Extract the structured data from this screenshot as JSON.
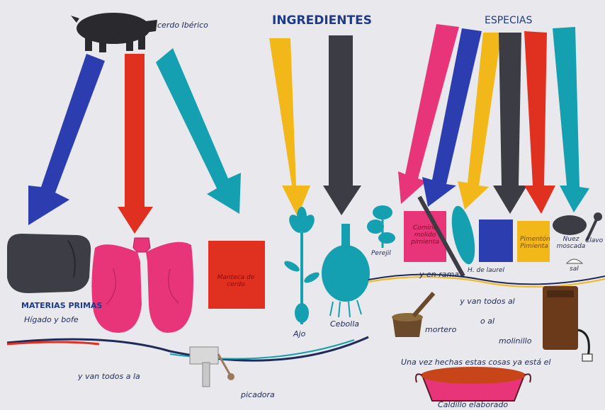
{
  "headings": {
    "cerdo": "cerdo Ibérico",
    "ingredientes": "INGREDIENTES",
    "especias": "ESPECIAS"
  },
  "labels": {
    "materias_primas": "MATERIAS PRIMAS",
    "higado_bofe": "Hígado y bofe",
    "manteca_card": "Manteca de cerdo",
    "ajo": "Ajo",
    "cebolla": "Cebolla",
    "perejil": "Perejil",
    "comino_card": "Comino molido pimienta",
    "hoja_laurel": "H. de laurel",
    "pimienta_card": "Pimentón Pimienta",
    "nuez_moscada": "Nuez moscada",
    "clavo": "Clavo",
    "sal": "sal",
    "en_rama": "y en rama",
    "van_todos_al": "y van todos al",
    "o_al": "o al",
    "mortero": "mortero",
    "molinillo": "molinillo",
    "van_todos_picadora": "y van todos a la",
    "picadora": "picadora",
    "una_vez": "Una vez hechas estas cosas ya está el",
    "caldillo": "Caldillo elaborado"
  },
  "colors": {
    "background": "#e9e8ec",
    "blue": "#2c3db0",
    "red": "#e0301f",
    "teal": "#14a0b0",
    "yellow": "#f2b81a",
    "dark_gray": "#3c3c44",
    "pink": "#e8357a"
  }
}
